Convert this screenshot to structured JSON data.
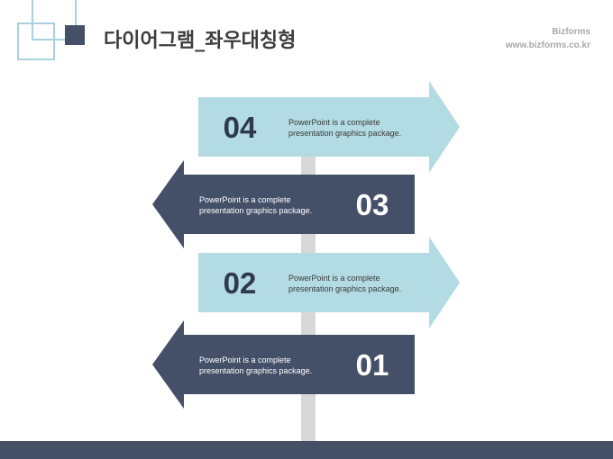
{
  "header": {
    "title": "다이어그램_좌우대칭형",
    "brand_name": "Bizforms",
    "brand_url": "www.bizforms.co.kr"
  },
  "colors": {
    "light_arrow": "#b3dbe3",
    "dark_arrow": "#445068",
    "pole": "#d8d8d8",
    "footer": "#435066",
    "logo_light": "#a7d2de",
    "logo_dark": "#445068"
  },
  "signs": [
    {
      "number": "04",
      "direction": "right",
      "line1": "PowerPoint is a complete",
      "line2": "presentation graphics package."
    },
    {
      "number": "03",
      "direction": "left",
      "line1": "PowerPoint is a complete",
      "line2": "presentation graphics package."
    },
    {
      "number": "02",
      "direction": "right",
      "line1": "PowerPoint is a complete",
      "line2": "presentation graphics package."
    },
    {
      "number": "01",
      "direction": "left",
      "line1": "PowerPoint is a complete",
      "line2": "presentation graphics package."
    }
  ]
}
